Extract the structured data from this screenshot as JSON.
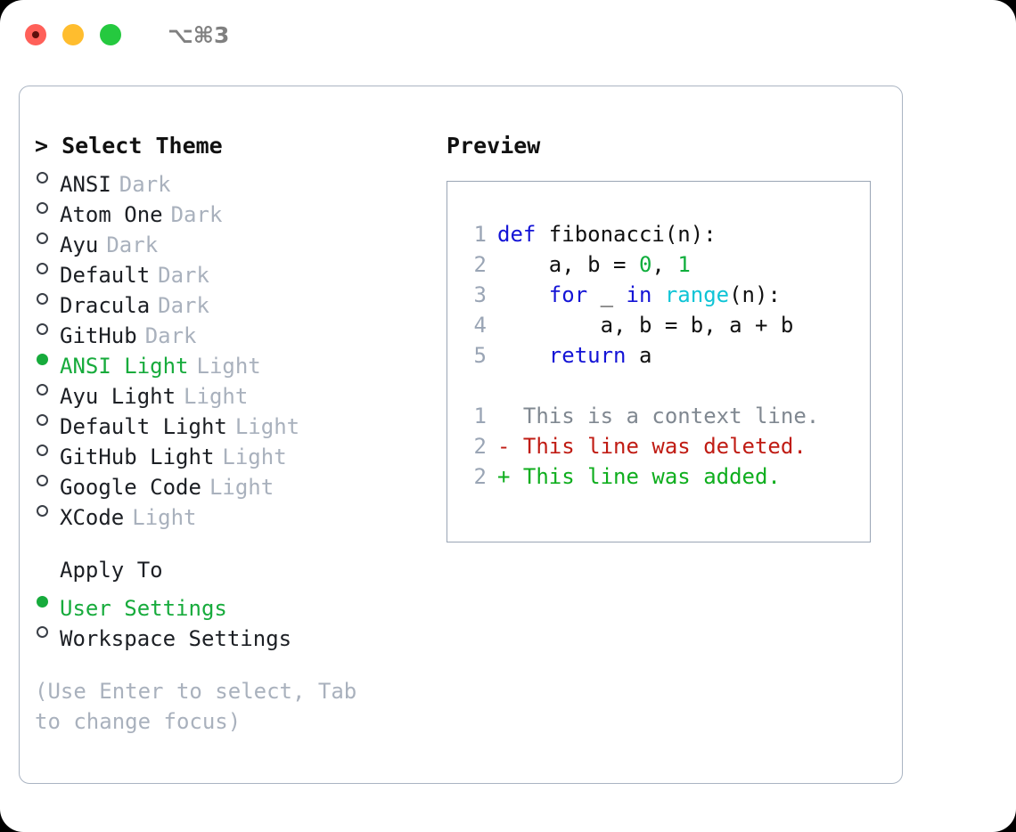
{
  "window": {
    "shortcut": "⌥⌘3",
    "traffic_lights": [
      {
        "name": "close-button",
        "color": "#ff6059"
      },
      {
        "name": "minimize-button",
        "color": "#ffbd2e"
      },
      {
        "name": "maximize-button",
        "color": "#25c93f"
      }
    ]
  },
  "theme_panel": {
    "header": "> Select Theme",
    "items": [
      {
        "label": "ANSI",
        "variant": "Dark",
        "selected": false
      },
      {
        "label": "Atom One",
        "variant": "Dark",
        "selected": false
      },
      {
        "label": "Ayu",
        "variant": "Dark",
        "selected": false
      },
      {
        "label": "Default",
        "variant": "Dark",
        "selected": false
      },
      {
        "label": "Dracula",
        "variant": "Dark",
        "selected": false
      },
      {
        "label": "GitHub",
        "variant": "Dark",
        "selected": false
      },
      {
        "label": "ANSI Light",
        "variant": "Light",
        "selected": true
      },
      {
        "label": "Ayu Light",
        "variant": "Light",
        "selected": false
      },
      {
        "label": "Default Light",
        "variant": "Light",
        "selected": false
      },
      {
        "label": "GitHub Light",
        "variant": "Light",
        "selected": false
      },
      {
        "label": "Google Code",
        "variant": "Light",
        "selected": false
      },
      {
        "label": "XCode",
        "variant": "Light",
        "selected": false
      }
    ]
  },
  "apply_to": {
    "header": "Apply To",
    "items": [
      {
        "label": "User Settings",
        "selected": true
      },
      {
        "label": "Workspace Settings",
        "selected": false
      }
    ]
  },
  "hint": "(Use Enter to select, Tab to change focus)",
  "preview": {
    "title": "Preview",
    "code_lines": [
      {
        "number": "1",
        "tokens": [
          {
            "text": "def ",
            "type": "kw"
          },
          {
            "text": "fibonacci",
            "type": "fn"
          },
          {
            "text": "(n):",
            "type": "punct"
          }
        ]
      },
      {
        "number": "2",
        "tokens": [
          {
            "text": "    a, b = ",
            "type": "plain"
          },
          {
            "text": "0",
            "type": "num"
          },
          {
            "text": ", ",
            "type": "plain"
          },
          {
            "text": "1",
            "type": "num"
          }
        ]
      },
      {
        "number": "3",
        "tokens": [
          {
            "text": "    for ",
            "type": "kw"
          },
          {
            "text": "_ ",
            "type": "plain"
          },
          {
            "text": "in ",
            "type": "kw"
          },
          {
            "text": "range",
            "type": "builtin"
          },
          {
            "text": "(n):",
            "type": "punct"
          }
        ]
      },
      {
        "number": "4",
        "tokens": [
          {
            "text": "        a, b = b, a + b",
            "type": "plain"
          }
        ]
      },
      {
        "number": "5",
        "tokens": [
          {
            "text": "    return ",
            "type": "kw"
          },
          {
            "text": "a",
            "type": "plain"
          }
        ]
      }
    ],
    "diff_lines": [
      {
        "number": "1",
        "kind": "context",
        "text": "  This is a context line."
      },
      {
        "number": "2",
        "kind": "del",
        "text": "- This line was deleted."
      },
      {
        "number": "2",
        "kind": "add",
        "text": "+ This line was added."
      }
    ]
  },
  "colors": {
    "accent_green": "#17ab3c",
    "muted_gray": "#a9b1bd",
    "border": "#aab4c2",
    "keyword_blue": "#1414d6",
    "builtin_cyan": "#0fc4d6",
    "number_green": "#0fae3c",
    "diff_delete_red": "#c01c14",
    "diff_add_green": "#0fae1e"
  }
}
